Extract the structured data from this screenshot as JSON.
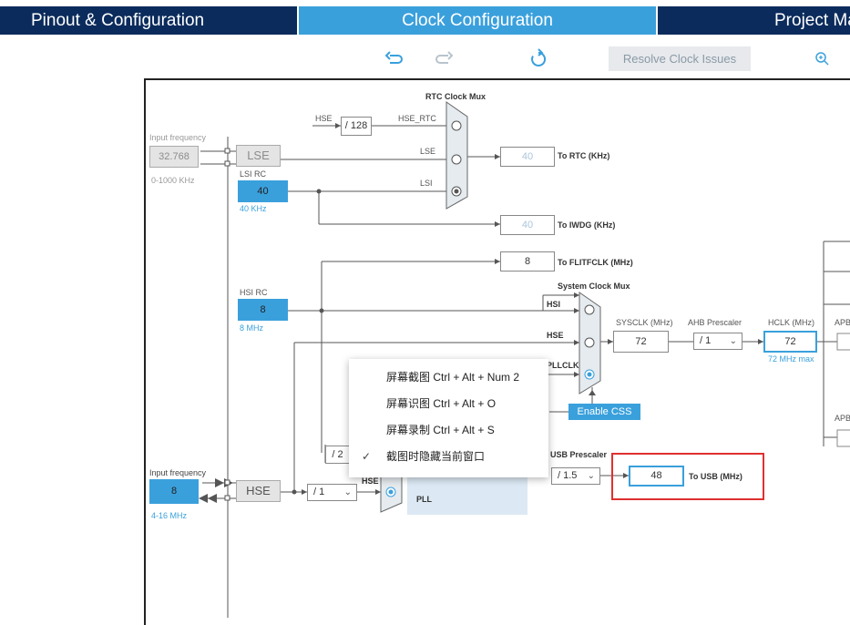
{
  "tabs": {
    "pinout": "Pinout & Configuration",
    "clock": "Clock Configuration",
    "project": "Project Ma"
  },
  "toolbar": {
    "undo_icon": "undo-icon",
    "redo_icon": "redo-icon",
    "reset_icon": "reset-icon",
    "resolve": "Resolve Clock Issues",
    "zoom_icon": "zoom-in-icon"
  },
  "diagram": {
    "rtc_mux": "RTC Clock Mux",
    "lse_input": {
      "label": "Input frequency",
      "value": "32.768",
      "range": "0-1000 KHz"
    },
    "lse": "LSE",
    "lsi_rc": {
      "label": "LSI RC",
      "value": "40",
      "unit": "40 KHz"
    },
    "hse_label": "HSE",
    "div128": "/ 128",
    "hse_rtc": "HSE_RTC",
    "lse_label": "LSE",
    "lsi_label": "LSI",
    "rtc_out": {
      "value": "40",
      "label": "To RTC (KHz)"
    },
    "iwdg_out": {
      "value": "40",
      "label": "To IWDG (KHz)"
    },
    "flit_out": {
      "value": "8",
      "label": "To FLITFCLK (MHz)"
    },
    "sys_mux": "System Clock Mux",
    "hsi_rc": {
      "label": "HSI RC",
      "value": "8",
      "unit": "8 MHz"
    },
    "hsi": "HSI",
    "hse": "HSE",
    "pllclk": "PLLCLK",
    "sysclk": {
      "label": "SYSCLK (MHz)",
      "value": "72"
    },
    "ahb": {
      "label": "AHB Prescaler",
      "value": "/ 1"
    },
    "hclk": {
      "label": "HCLK (MHz)",
      "value": "72",
      "max": "72 MHz max"
    },
    "apb1": "APB",
    "apb2": "APB",
    "enable_css": "Enable CSS",
    "hse_input": {
      "label": "Input frequency",
      "value": "8",
      "range": "4-16 MHz"
    },
    "hse_box": "HSE",
    "hse_div": "/ 1",
    "pll_div2": "/ 2",
    "pll_hse": "HSE",
    "pll_label": "PLL",
    "usb": {
      "label": "USB Prescaler",
      "value": "/ 1.5",
      "out": "48",
      "out_label": "To USB (MHz)"
    }
  },
  "context_menu": {
    "items": [
      {
        "label": "屏幕截图 Ctrl + Alt + Num 2",
        "checked": false
      },
      {
        "label": "屏幕识图 Ctrl + Alt + O",
        "checked": false
      },
      {
        "label": "屏幕录制 Ctrl + Alt + S",
        "checked": false
      },
      {
        "label": "截图时隐藏当前窗口",
        "checked": true
      }
    ]
  }
}
